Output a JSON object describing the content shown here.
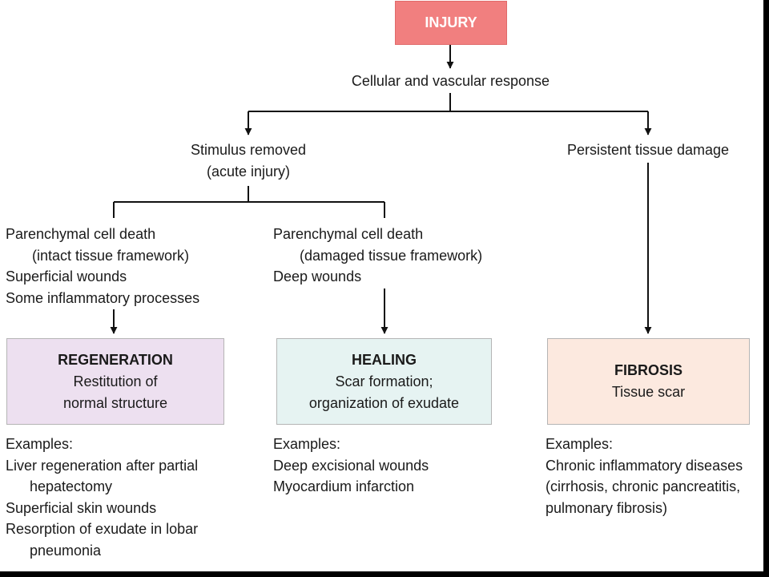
{
  "injury": "INJURY",
  "response": "Cellular and vascular response",
  "acute": {
    "line1": "Stimulus removed",
    "line2": "(acute injury)"
  },
  "persistent": "Persistent tissue damage",
  "left_causes": {
    "l1": "Parenchymal cell death",
    "l2": "(intact tissue framework)",
    "l3": "Superficial wounds",
    "l4": "Some inflammatory processes"
  },
  "mid_causes": {
    "l1": "Parenchymal cell death",
    "l2": "(damaged tissue framework)",
    "l3": "Deep wounds"
  },
  "regeneration": {
    "title": "REGENERATION",
    "l1": "Restitution of",
    "l2": "normal structure"
  },
  "healing": {
    "title": "HEALING",
    "l1": "Scar formation;",
    "l2": "organization of exudate"
  },
  "fibrosis": {
    "title": "FIBROSIS",
    "l1": "Tissue scar"
  },
  "regen_examples": {
    "head": "Examples:",
    "l1": "Liver regeneration after partial",
    "l2": "hepatectomy",
    "l3": "Superficial skin wounds",
    "l4": "Resorption of exudate in lobar",
    "l5": "pneumonia"
  },
  "healing_examples": {
    "head": "Examples:",
    "l1": "Deep excisional wounds",
    "l2": "Myocardium infarction"
  },
  "fibrosis_examples": {
    "head": "Examples:",
    "l1": "Chronic inflammatory diseases",
    "l2": "(cirrhosis, chronic pancreatitis,",
    "l3": "pulmonary fibrosis)"
  },
  "colors": {
    "injury": "#f17f7f",
    "regeneration": "#ede0f0",
    "healing": "#e6f3f2",
    "fibrosis": "#fce9df",
    "line": "#111111"
  }
}
